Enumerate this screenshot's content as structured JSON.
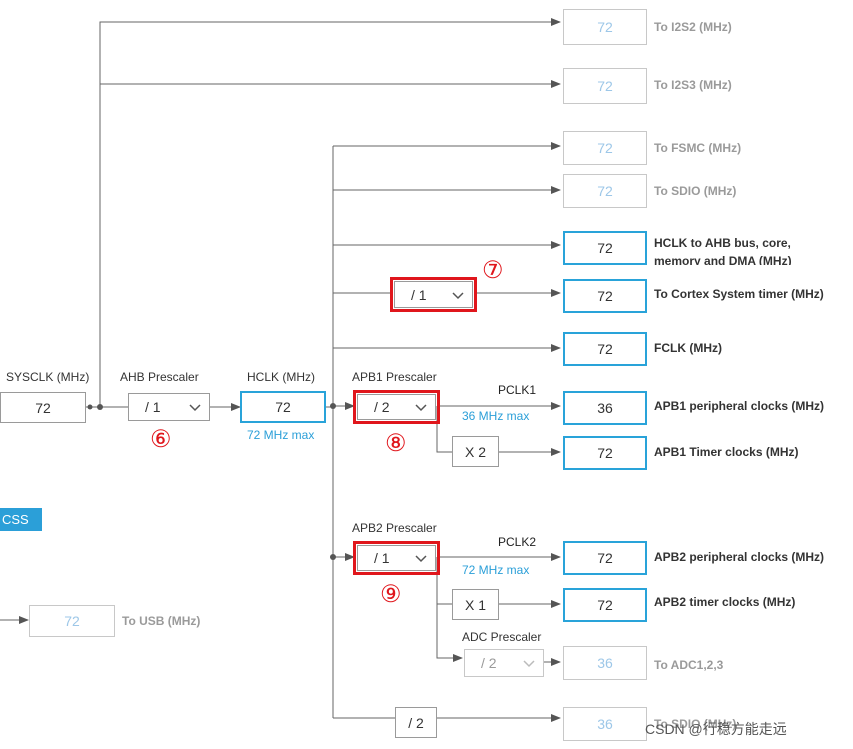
{
  "sysclk": {
    "label": "SYSCLK (MHz)",
    "value": "72"
  },
  "ahb": {
    "label": "AHB Prescaler",
    "value": "/ 1",
    "marker": "⑥"
  },
  "hclk": {
    "label": "HCLK (MHz)",
    "value": "72",
    "max": "72 MHz max"
  },
  "apb1": {
    "label": "APB1 Prescaler",
    "value": "/ 2",
    "marker": "⑧",
    "pclk": "PCLK1",
    "max": "36 MHz max",
    "timer_mult": "X 2"
  },
  "apb2": {
    "label": "APB2 Prescaler",
    "value": "/ 1",
    "marker": "⑨",
    "pclk": "PCLK2",
    "max": "72 MHz max",
    "timer_mult": "X 1"
  },
  "cortex": {
    "value": "/ 1",
    "marker": "⑦"
  },
  "adc": {
    "label": "ADC Prescaler",
    "value": "/ 2"
  },
  "sdio_div": "/ 2",
  "css_label": "CSS",
  "usb": {
    "value": "72",
    "label": "To USB (MHz)"
  },
  "outputs": {
    "i2s2": {
      "value": "72",
      "label": "To I2S2 (MHz)"
    },
    "i2s3": {
      "value": "72",
      "label": "To I2S3 (MHz)"
    },
    "fsmc": {
      "value": "72",
      "label": "To FSMC (MHz)"
    },
    "sdio": {
      "value": "72",
      "label": "To SDIO (MHz)"
    },
    "hclk_ahb": {
      "value": "72",
      "label": "HCLK to AHB bus, core,",
      "label2": "memory and DMA (MHz)"
    },
    "cortex": {
      "value": "72",
      "label": "To Cortex System timer (MHz)"
    },
    "fclk": {
      "value": "72",
      "label": "FCLK (MHz)"
    },
    "apb1_periph": {
      "value": "36",
      "label": "APB1 peripheral clocks (MHz)"
    },
    "apb1_timer": {
      "value": "72",
      "label": "APB1 Timer clocks (MHz)"
    },
    "apb2_periph": {
      "value": "72",
      "label": "APB2 peripheral clocks (MHz)"
    },
    "apb2_timer": {
      "value": "72",
      "label": "APB2 timer clocks (MHz)"
    },
    "adc": {
      "value": "36",
      "label": "To ADC1,2,3"
    },
    "sdio2": {
      "value": "36",
      "label": "To SDIO (MHz)"
    }
  },
  "watermark": "CSDN @行稳方能走远",
  "colors": {
    "accent": "#29a3d9",
    "highlight": "#e0161c",
    "wire": "#555555"
  }
}
